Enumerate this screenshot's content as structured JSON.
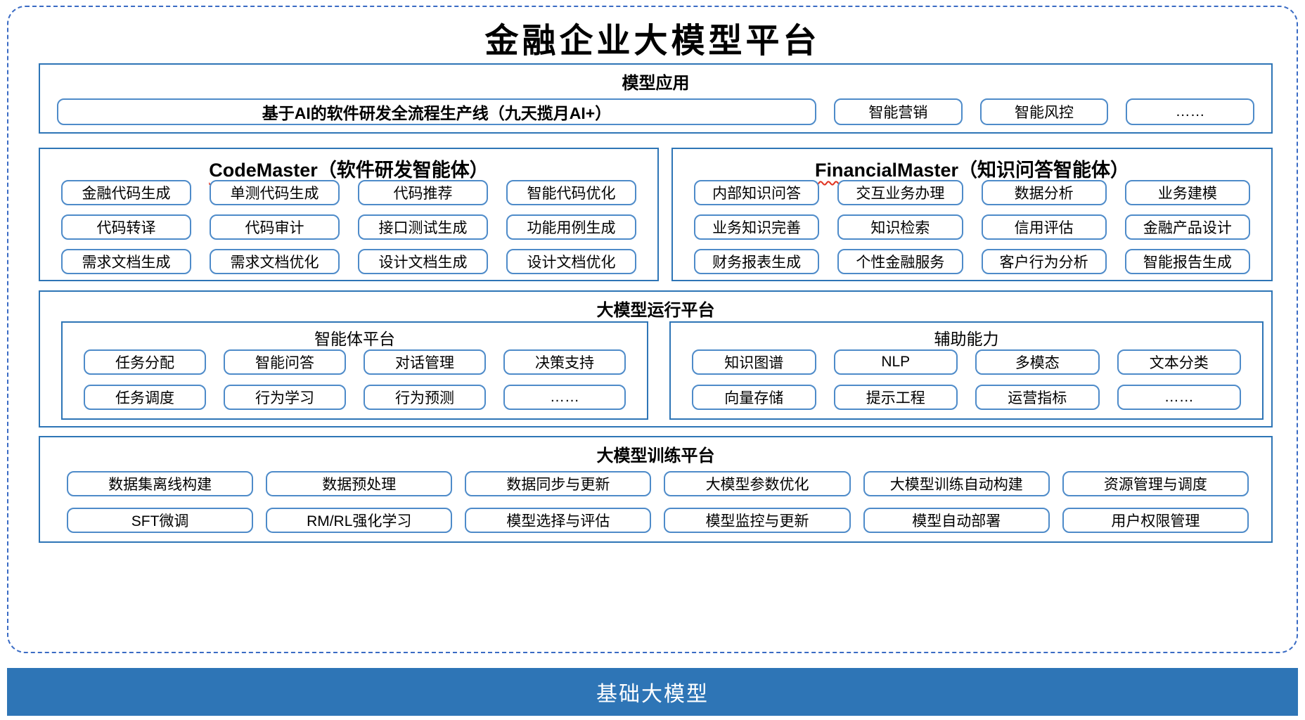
{
  "title": "金融企业大模型平台",
  "colors": {
    "section_border": "#2E75B6",
    "button_border": "#4E8BC9",
    "dashed_frame": "#3A6BC4",
    "squiggle_underline": "#E0321F",
    "foundation_bar_bg": "#2E75B6",
    "foundation_bar_text": "#FFFFFF"
  },
  "model_application": {
    "header": "模型应用",
    "main_button": "基于AI的软件研发全流程生产线（九天揽月AI+）",
    "buttons": [
      "智能营销",
      "智能风控",
      "……"
    ]
  },
  "code_master": {
    "name_en": "CodeMaster",
    "name_zh": "（软件研发智能体）",
    "buttons": [
      "金融代码生成",
      "单测代码生成",
      "代码推荐",
      "智能代码优化",
      "代码转译",
      "代码审计",
      "接口测试生成",
      "功能用例生成",
      "需求文档生成",
      "需求文档优化",
      "设计文档生成",
      "设计文档优化"
    ]
  },
  "financial_master": {
    "name_en": "FinancialMaster",
    "name_zh": "（知识问答智能体）",
    "buttons": [
      "内部知识问答",
      "交互业务办理",
      "数据分析",
      "业务建模",
      "业务知识完善",
      "知识检索",
      "信用评估",
      "金融产品设计",
      "财务报表生成",
      "个性金融服务",
      "客户行为分析",
      "智能报告生成"
    ]
  },
  "runtime_platform": {
    "header": "大模型运行平台",
    "agent_platform": {
      "header": "智能体平台",
      "buttons": [
        "任务分配",
        "智能问答",
        "对话管理",
        "决策支持",
        "任务调度",
        "行为学习",
        "行为预测",
        "……"
      ]
    },
    "auxiliary": {
      "header": "辅助能力",
      "buttons": [
        "知识图谱",
        "NLP",
        "多模态",
        "文本分类",
        "向量存储",
        "提示工程",
        "运营指标",
        "……"
      ]
    }
  },
  "training_platform": {
    "header": "大模型训练平台",
    "buttons": [
      "数据集离线构建",
      "数据预处理",
      "数据同步与更新",
      "大模型参数优化",
      "大模型训练自动构建",
      "资源管理与调度",
      "SFT微调",
      "RM/RL强化学习",
      "模型选择与评估",
      "模型监控与更新",
      "模型自动部署",
      "用户权限管理"
    ]
  },
  "foundation": {
    "label": "基础大模型"
  }
}
